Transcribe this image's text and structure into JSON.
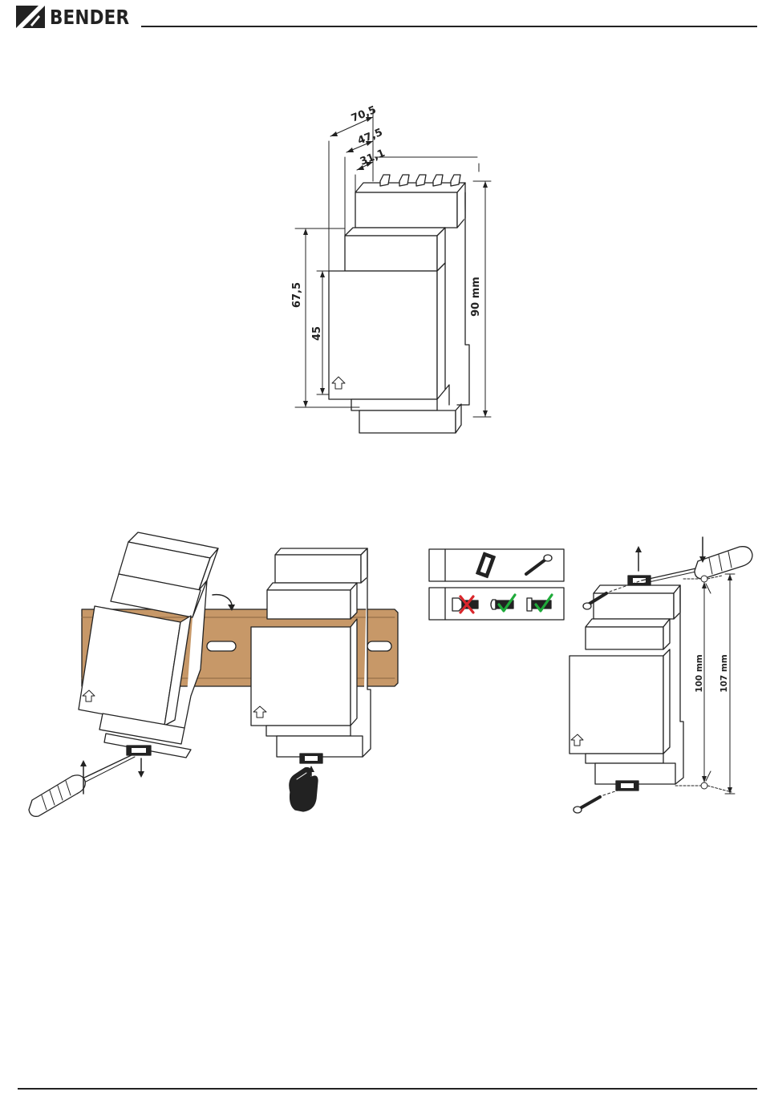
{
  "header": {
    "brand": "BENDER"
  },
  "dimension_drawing": {
    "depth_overall": "70,5",
    "depth_mid": "47,5",
    "depth_front": "31,1",
    "height_total": "90 mm",
    "height_front": "67,5",
    "height_cover": "45"
  },
  "mounting": {
    "screw_spacing_inner": "100 mm",
    "screw_spacing_outer": "107 mm"
  },
  "colors": {
    "rail": "#c79868",
    "line": "#222222",
    "check_green": "#1faa3a",
    "cross_red": "#d9262b"
  }
}
